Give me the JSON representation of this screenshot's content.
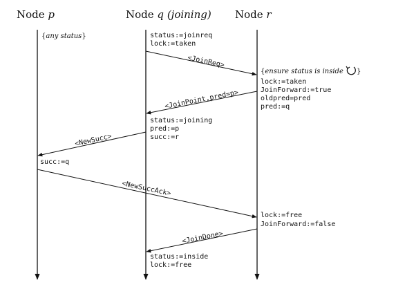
{
  "nodes": {
    "p": {
      "label_prefix": "Node",
      "label_var": "p",
      "label_suffix": ""
    },
    "q": {
      "label_prefix": "Node",
      "label_var": "q",
      "label_suffix": "(joining)"
    },
    "r": {
      "label_prefix": "Node",
      "label_var": "r",
      "label_suffix": ""
    }
  },
  "annotations": {
    "p_any_status": "any status",
    "q_initial": [
      "status:=joinreq",
      "lock:=taken"
    ],
    "r_ensure": "ensure status is inside",
    "r_on_joinreq": [
      "lock:=taken",
      "JoinForward:=true",
      "oldpred=pred",
      "pred:=q"
    ],
    "q_on_joinpoint": [
      "status:=joining",
      "pred:=p",
      "succ:=r"
    ],
    "p_on_newsucc": [
      "succ:=q"
    ],
    "r_on_newsuccack": [
      "lock:=free",
      "JoinForward:=false"
    ],
    "q_on_joindone": [
      "status:=inside",
      "lock:=free"
    ]
  },
  "messages": {
    "join_req": "<JoinReq>",
    "join_point": "<JoinPoint,pred=p>",
    "new_succ": "<NewSucc>",
    "new_succ_ack": "<NewSuccAck>",
    "join_done": "<JoinDone>"
  },
  "icons": {
    "wait": "circular-wait-arrow-icon"
  }
}
